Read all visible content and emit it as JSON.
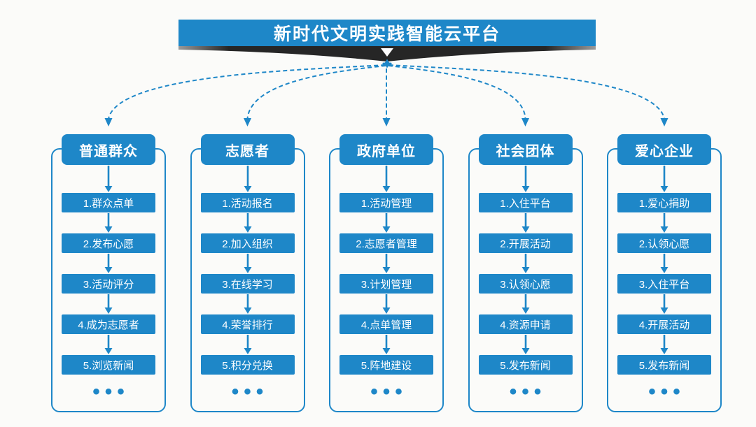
{
  "platform": {
    "title": "新时代文明实践智能云平台"
  },
  "colors": {
    "primary": "#1E87C8",
    "swoosh_dark": "#262626",
    "background": "#FBFBF9",
    "text_on_primary": "#FFFFFF"
  },
  "columns": [
    {
      "header": "普通群众",
      "steps": [
        "1.群众点单",
        "2.发布心愿",
        "3.活动评分",
        "4.成为志愿者",
        "5.浏览新闻"
      ],
      "more": "•••"
    },
    {
      "header": "志愿者",
      "steps": [
        "1.活动报名",
        "2.加入组织",
        "3.在线学习",
        "4.荣誉排行",
        "5.积分兑换"
      ],
      "more": "•••"
    },
    {
      "header": "政府单位",
      "steps": [
        "1.活动管理",
        "2.志愿者管理",
        "3.计划管理",
        "4.点单管理",
        "5.阵地建设"
      ],
      "more": "•••"
    },
    {
      "header": "社会团体",
      "steps": [
        "1.入住平台",
        "2.开展活动",
        "3.认领心愿",
        "4.资源申请",
        "5.发布新闻"
      ],
      "more": "•••"
    },
    {
      "header": "爱心企业",
      "steps": [
        "1.爱心捐助",
        "2.认领心愿",
        "3.入住平台",
        "4.开展活动",
        "5.发布新闻"
      ],
      "more": "•••"
    }
  ]
}
